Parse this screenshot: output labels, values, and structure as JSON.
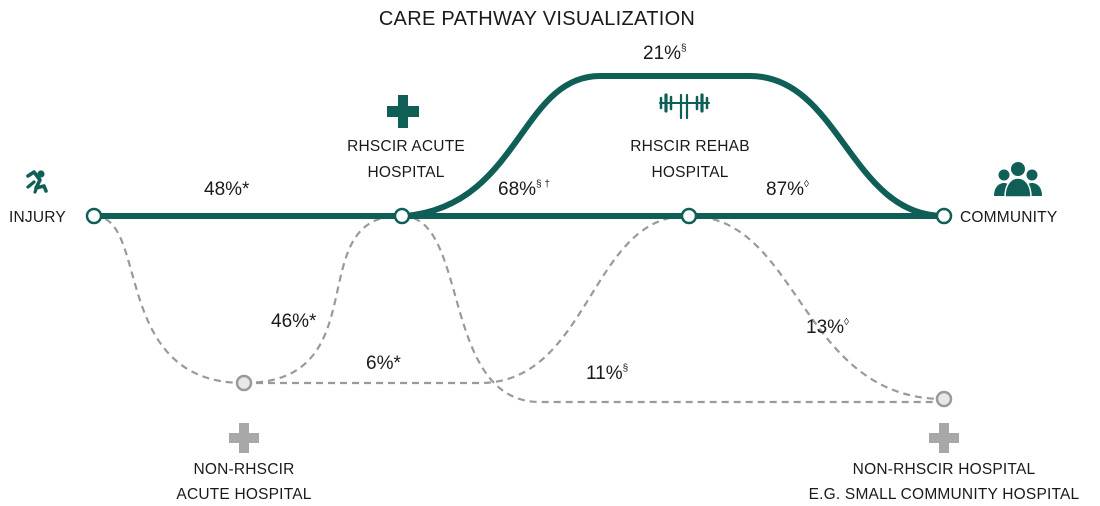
{
  "title": "CARE PATHWAY VISUALIZATION",
  "colors": {
    "main": "#0f5f57",
    "secondary": "#9a9a9a",
    "icon_gray": "#a8a8a8"
  },
  "nodes": {
    "injury": {
      "label": "INJURY",
      "icon": "falling-person-icon"
    },
    "rhscir_acute": {
      "label_line1": "RHSCIR ACUTE",
      "label_line2": "HOSPITAL",
      "icon": "medical-cross-icon"
    },
    "rhscir_rehab": {
      "label_line1": "RHSCIR REHAB",
      "label_line2": "HOSPITAL",
      "icon": "dumbbell-icon"
    },
    "community": {
      "label": "COMMUNITY",
      "icon": "people-group-icon"
    },
    "non_rhscir_acute": {
      "label_line1": "NON-RHSCIR",
      "label_line2": "ACUTE HOSPITAL",
      "icon": "medical-cross-icon"
    },
    "non_rhscir_hospital": {
      "label_line1": "NON-RHSCIR HOSPITAL",
      "label_line2": "E.G. SMALL COMMUNITY HOSPITAL",
      "icon": "medical-cross-icon"
    }
  },
  "flows": {
    "injury_to_acute": {
      "value": "48%",
      "mark": "*"
    },
    "acute_to_rehab": {
      "value": "68%",
      "mark": "§ †"
    },
    "rehab_to_community": {
      "value": "87%",
      "mark": "◊"
    },
    "acute_to_community": {
      "value": "21%",
      "mark": "§"
    },
    "injury_to_non_acute": {
      "value": "46%",
      "mark": "*"
    },
    "non_acute_to_rehab": {
      "value": "6%",
      "mark": "*"
    },
    "acute_to_non_hospital": {
      "value": "11%",
      "mark": "§"
    },
    "rehab_to_non_hospital": {
      "value": "13%",
      "mark": "◊"
    }
  }
}
